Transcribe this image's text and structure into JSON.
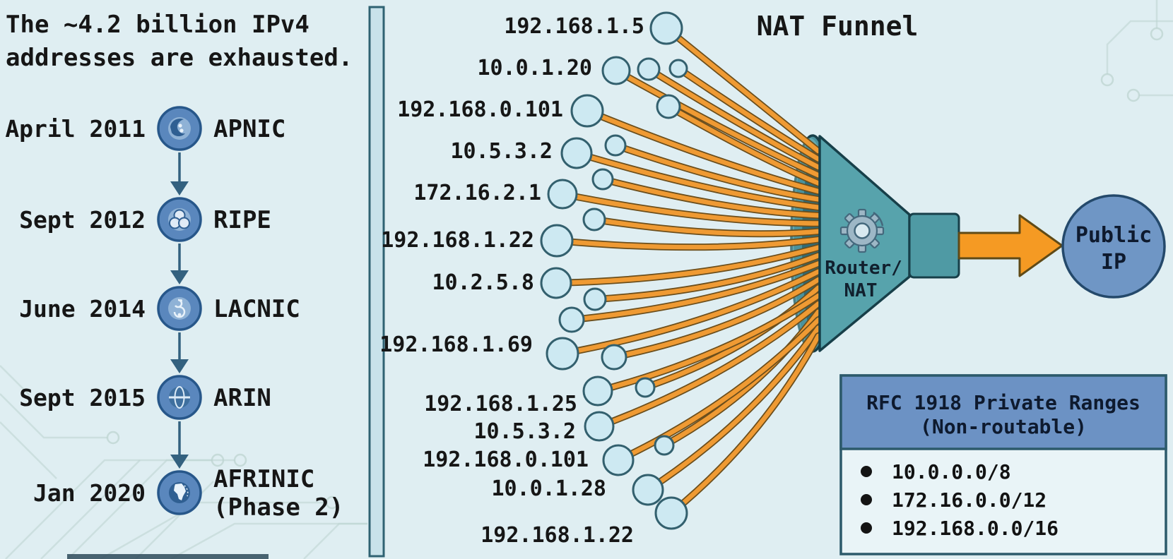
{
  "headline": {
    "line1": "The ~4.2 billion IPv4",
    "line2": "addresses are exhausted."
  },
  "timeline": {
    "events": [
      {
        "date": "April 2011",
        "org": "APNIC",
        "org_line2": "",
        "icon": "apnic-swirl-icon"
      },
      {
        "date": "Sept 2012",
        "org": "RIPE",
        "org_line2": "",
        "icon": "ripe-circles-icon"
      },
      {
        "date": "June 2014",
        "org": "LACNIC",
        "org_line2": "",
        "icon": "lacnic-spiral-icon"
      },
      {
        "date": "Sept 2015",
        "org": "ARIN",
        "org_line2": "",
        "icon": "arin-globe-icon"
      },
      {
        "date": "Jan 2020",
        "org": "AFRINIC",
        "org_line2": "(Phase 2)",
        "icon": "afrinic-africa-icon"
      }
    ]
  },
  "nat": {
    "title": "NAT Funnel",
    "router_label": [
      "Router/",
      "NAT"
    ],
    "output_label": [
      "Public",
      "IP"
    ],
    "devices": [
      "192.168.1.5",
      "10.0.1.20",
      "192.168.0.101",
      "10.5.3.2",
      "172.16.2.1",
      "192.168.1.22",
      "10.2.5.8",
      "192.168.1.69",
      "192.168.1.25",
      "10.5.3.2",
      "192.168.0.101",
      "10.0.1.28",
      "192.168.1.22"
    ]
  },
  "rfc_box": {
    "title_line1": "RFC 1918 Private Ranges",
    "title_line2": "(Non-routable)",
    "ranges": [
      "10.0.0.0/8",
      "172.16.0.0/12",
      "192.168.0.0/16"
    ]
  },
  "colors": {
    "background": "#dfeef2",
    "cable_orange": "#ef9a33",
    "funnel_teal": "#57a3ac",
    "device_circle_fill": "#cde9f2",
    "timeline_circle_fill": "#5a87bd",
    "public_ip_fill": "#6f96c5",
    "rfc_header_fill": "#6c92c4",
    "outline_dark": "#173f49"
  }
}
